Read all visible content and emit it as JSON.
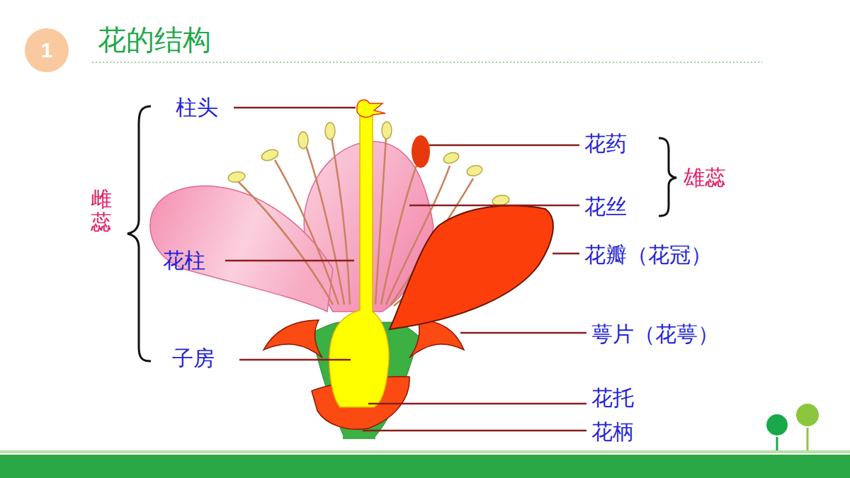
{
  "diagram": {
    "title": "花的结构",
    "nodes": [
      {
        "text": [
          "1"
        ]
      }
    ],
    "labels": [
      "柱头",
      "雌蕊",
      "花柱",
      "子房",
      "花药",
      "雄蕊",
      "花丝",
      "花瓣（花冠）",
      "萼片（花萼）",
      "花托",
      "花柄"
    ]
  }
}
